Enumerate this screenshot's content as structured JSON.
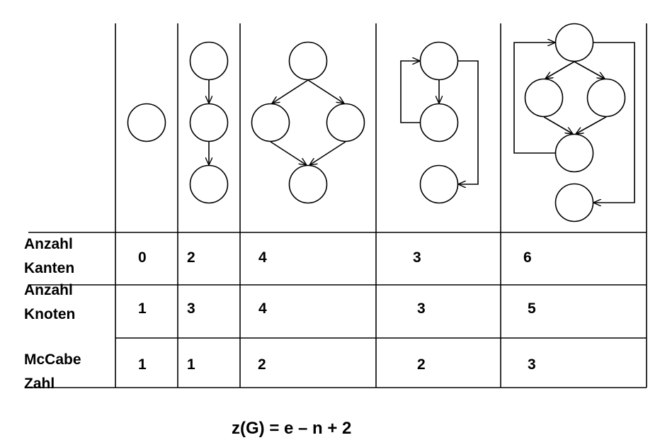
{
  "table": {
    "rows": [
      {
        "label": "Anzahl\nKanten",
        "values": [
          "0",
          "2",
          "4",
          "3",
          "6"
        ]
      },
      {
        "label": "Anzahl\nKnoten",
        "values": [
          "1",
          "3",
          "4",
          "3",
          "5"
        ]
      },
      {
        "label": "McCabe\nZahl",
        "values": [
          "1",
          "1",
          "2",
          "2",
          "3"
        ]
      }
    ]
  },
  "formula": "z(G) = e – n + 2"
}
